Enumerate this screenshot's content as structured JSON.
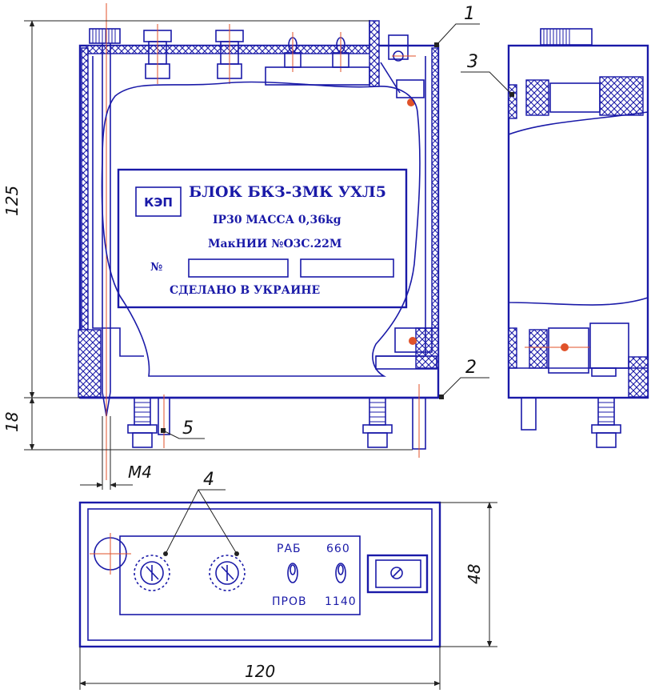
{
  "plate": {
    "logo": "КЭП",
    "title": "БЛОК БКЗ-3МК УХЛ5",
    "line2": "IP30 МАССА 0,36kg",
    "line3": "МакНИИ №О3С.22М",
    "number_label": "№",
    "footer": "СДЕЛАНО В УКРАИНЕ"
  },
  "callouts": {
    "c1": "1",
    "c2": "2",
    "c3": "3",
    "c4": "4",
    "c5": "5"
  },
  "dimensions": {
    "height_main": "125",
    "height_leg": "18",
    "thread": "M4",
    "depth": "48",
    "width": "120"
  },
  "panel": {
    "rab": "РАБ",
    "v660": "660",
    "prov": "ПРОВ",
    "v1140": "1140"
  },
  "colors": {
    "line": "#1a1aa8",
    "axis": "#e0522a",
    "dimension": "#222222"
  }
}
